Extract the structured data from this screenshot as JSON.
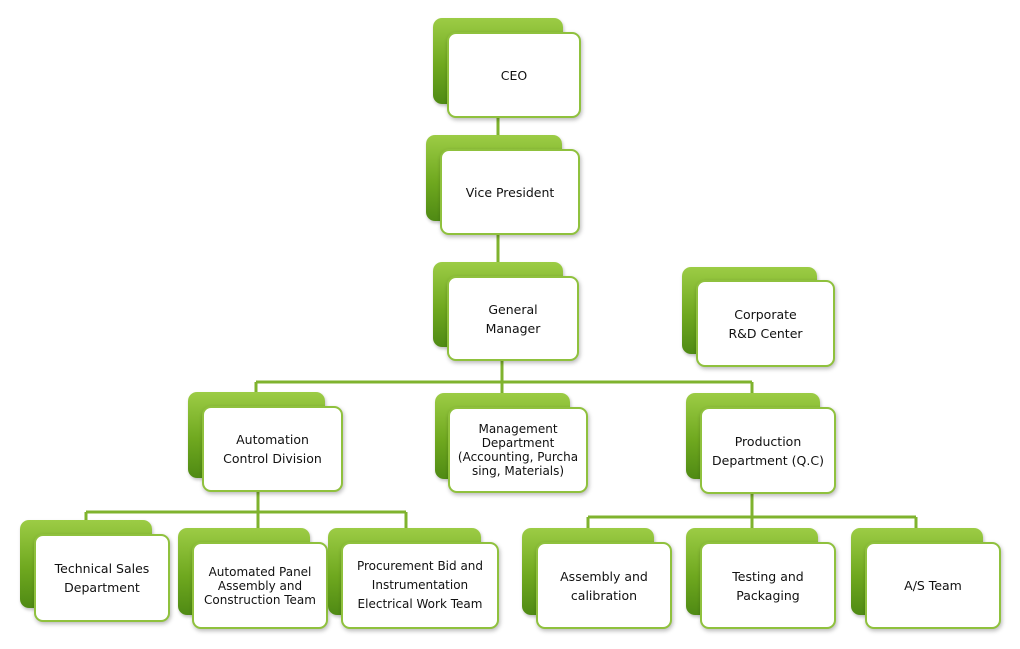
{
  "colors": {
    "accent": "#8fc13d",
    "accent_dark": "#4f8a14",
    "line": "#7fb32e",
    "text": "#111111"
  },
  "org_chart": {
    "ceo": "CEO",
    "vice_president": "Vice President",
    "general_manager": "General\nManager",
    "rnd_center": "Corporate\nR&D Center",
    "automation_division": "Automation\nControl Division",
    "management_department": "Management\nDepartment\n(Accounting, Purcha\nsing, Materials)",
    "production_department": "Production\nDepartment (Q.C)",
    "technical_sales": "Technical Sales\nDepartment",
    "panel_assembly": "Automated Panel\nAssembly and\nConstruction Team",
    "procurement_bid": "Procurement Bid and\nInstrumentation\nElectrical Work Team",
    "assembly_calibration": "Assembly and\ncalibration",
    "testing_packaging": "Testing and\nPackaging",
    "as_team": "A/S Team"
  }
}
